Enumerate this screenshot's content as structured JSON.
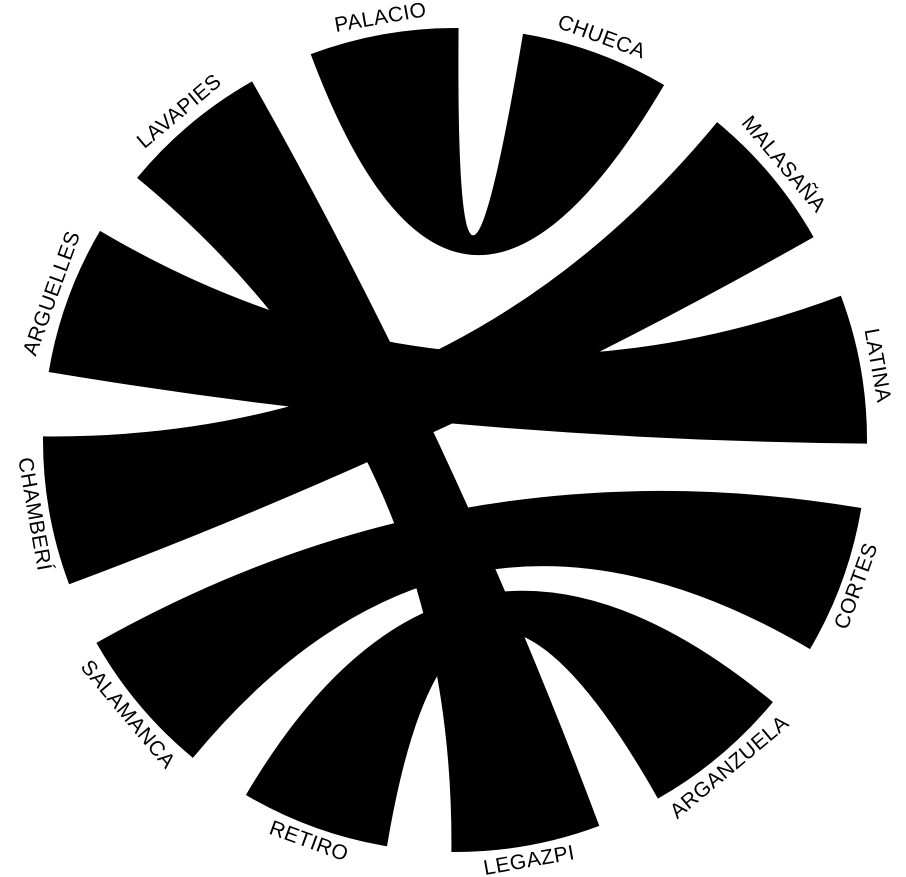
{
  "diagram": {
    "kind": "chord",
    "ribbon_color": "#000000",
    "background_color": "#ffffff",
    "districts": [
      {
        "id": "palacio",
        "label": "PALACIO"
      },
      {
        "id": "chueca",
        "label": "CHUECA"
      },
      {
        "id": "malasana",
        "label": "MALASAÑA"
      },
      {
        "id": "latina",
        "label": "LATINA"
      },
      {
        "id": "cortes",
        "label": "CORTES"
      },
      {
        "id": "arganzuela",
        "label": "ARGANZUELA"
      },
      {
        "id": "legazpi",
        "label": "LEGAZPI"
      },
      {
        "id": "retiro",
        "label": "RETIRO"
      },
      {
        "id": "salamanca",
        "label": "SALAMANCA"
      },
      {
        "id": "chamberi",
        "label": "CHAMBERÍ"
      },
      {
        "id": "arguelles",
        "label": "ARGUELLES"
      },
      {
        "id": "lavapies",
        "label": "LAVAPIES"
      }
    ],
    "links": [
      {
        "from": "palacio",
        "to": "chueca"
      },
      {
        "from": "lavapies",
        "to": "legazpi"
      },
      {
        "from": "arguelles",
        "to": "latina"
      },
      {
        "from": "chamberi",
        "to": "malasana"
      },
      {
        "from": "salamanca",
        "to": "cortes"
      },
      {
        "from": "retiro",
        "to": "arganzuela"
      }
    ]
  }
}
